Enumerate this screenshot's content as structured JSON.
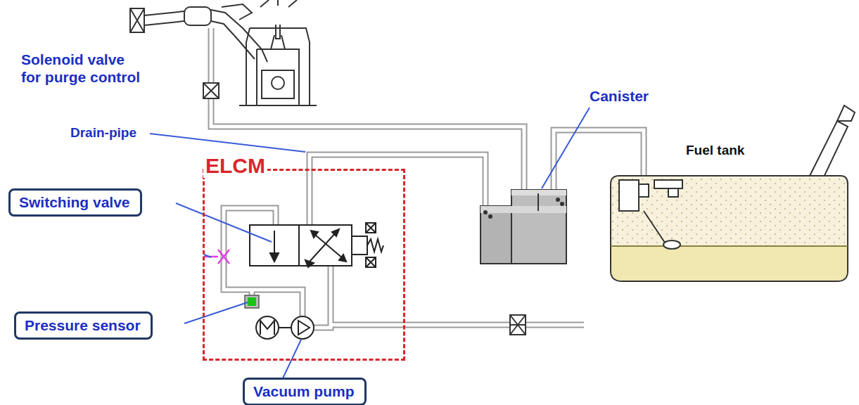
{
  "diagram": {
    "nodes": [
      {
        "text": [
          "ELCM"
        ]
      },
      {
        "text": [
          "Switching valve"
        ]
      },
      {
        "text": [
          "Pressure sensor"
        ]
      },
      {
        "text": [
          "Vacuum pump"
        ]
      }
    ],
    "labels": [
      "Solenoid valve for purge control",
      "Drain-pipe",
      "Canister",
      "Fuel tank"
    ]
  }
}
